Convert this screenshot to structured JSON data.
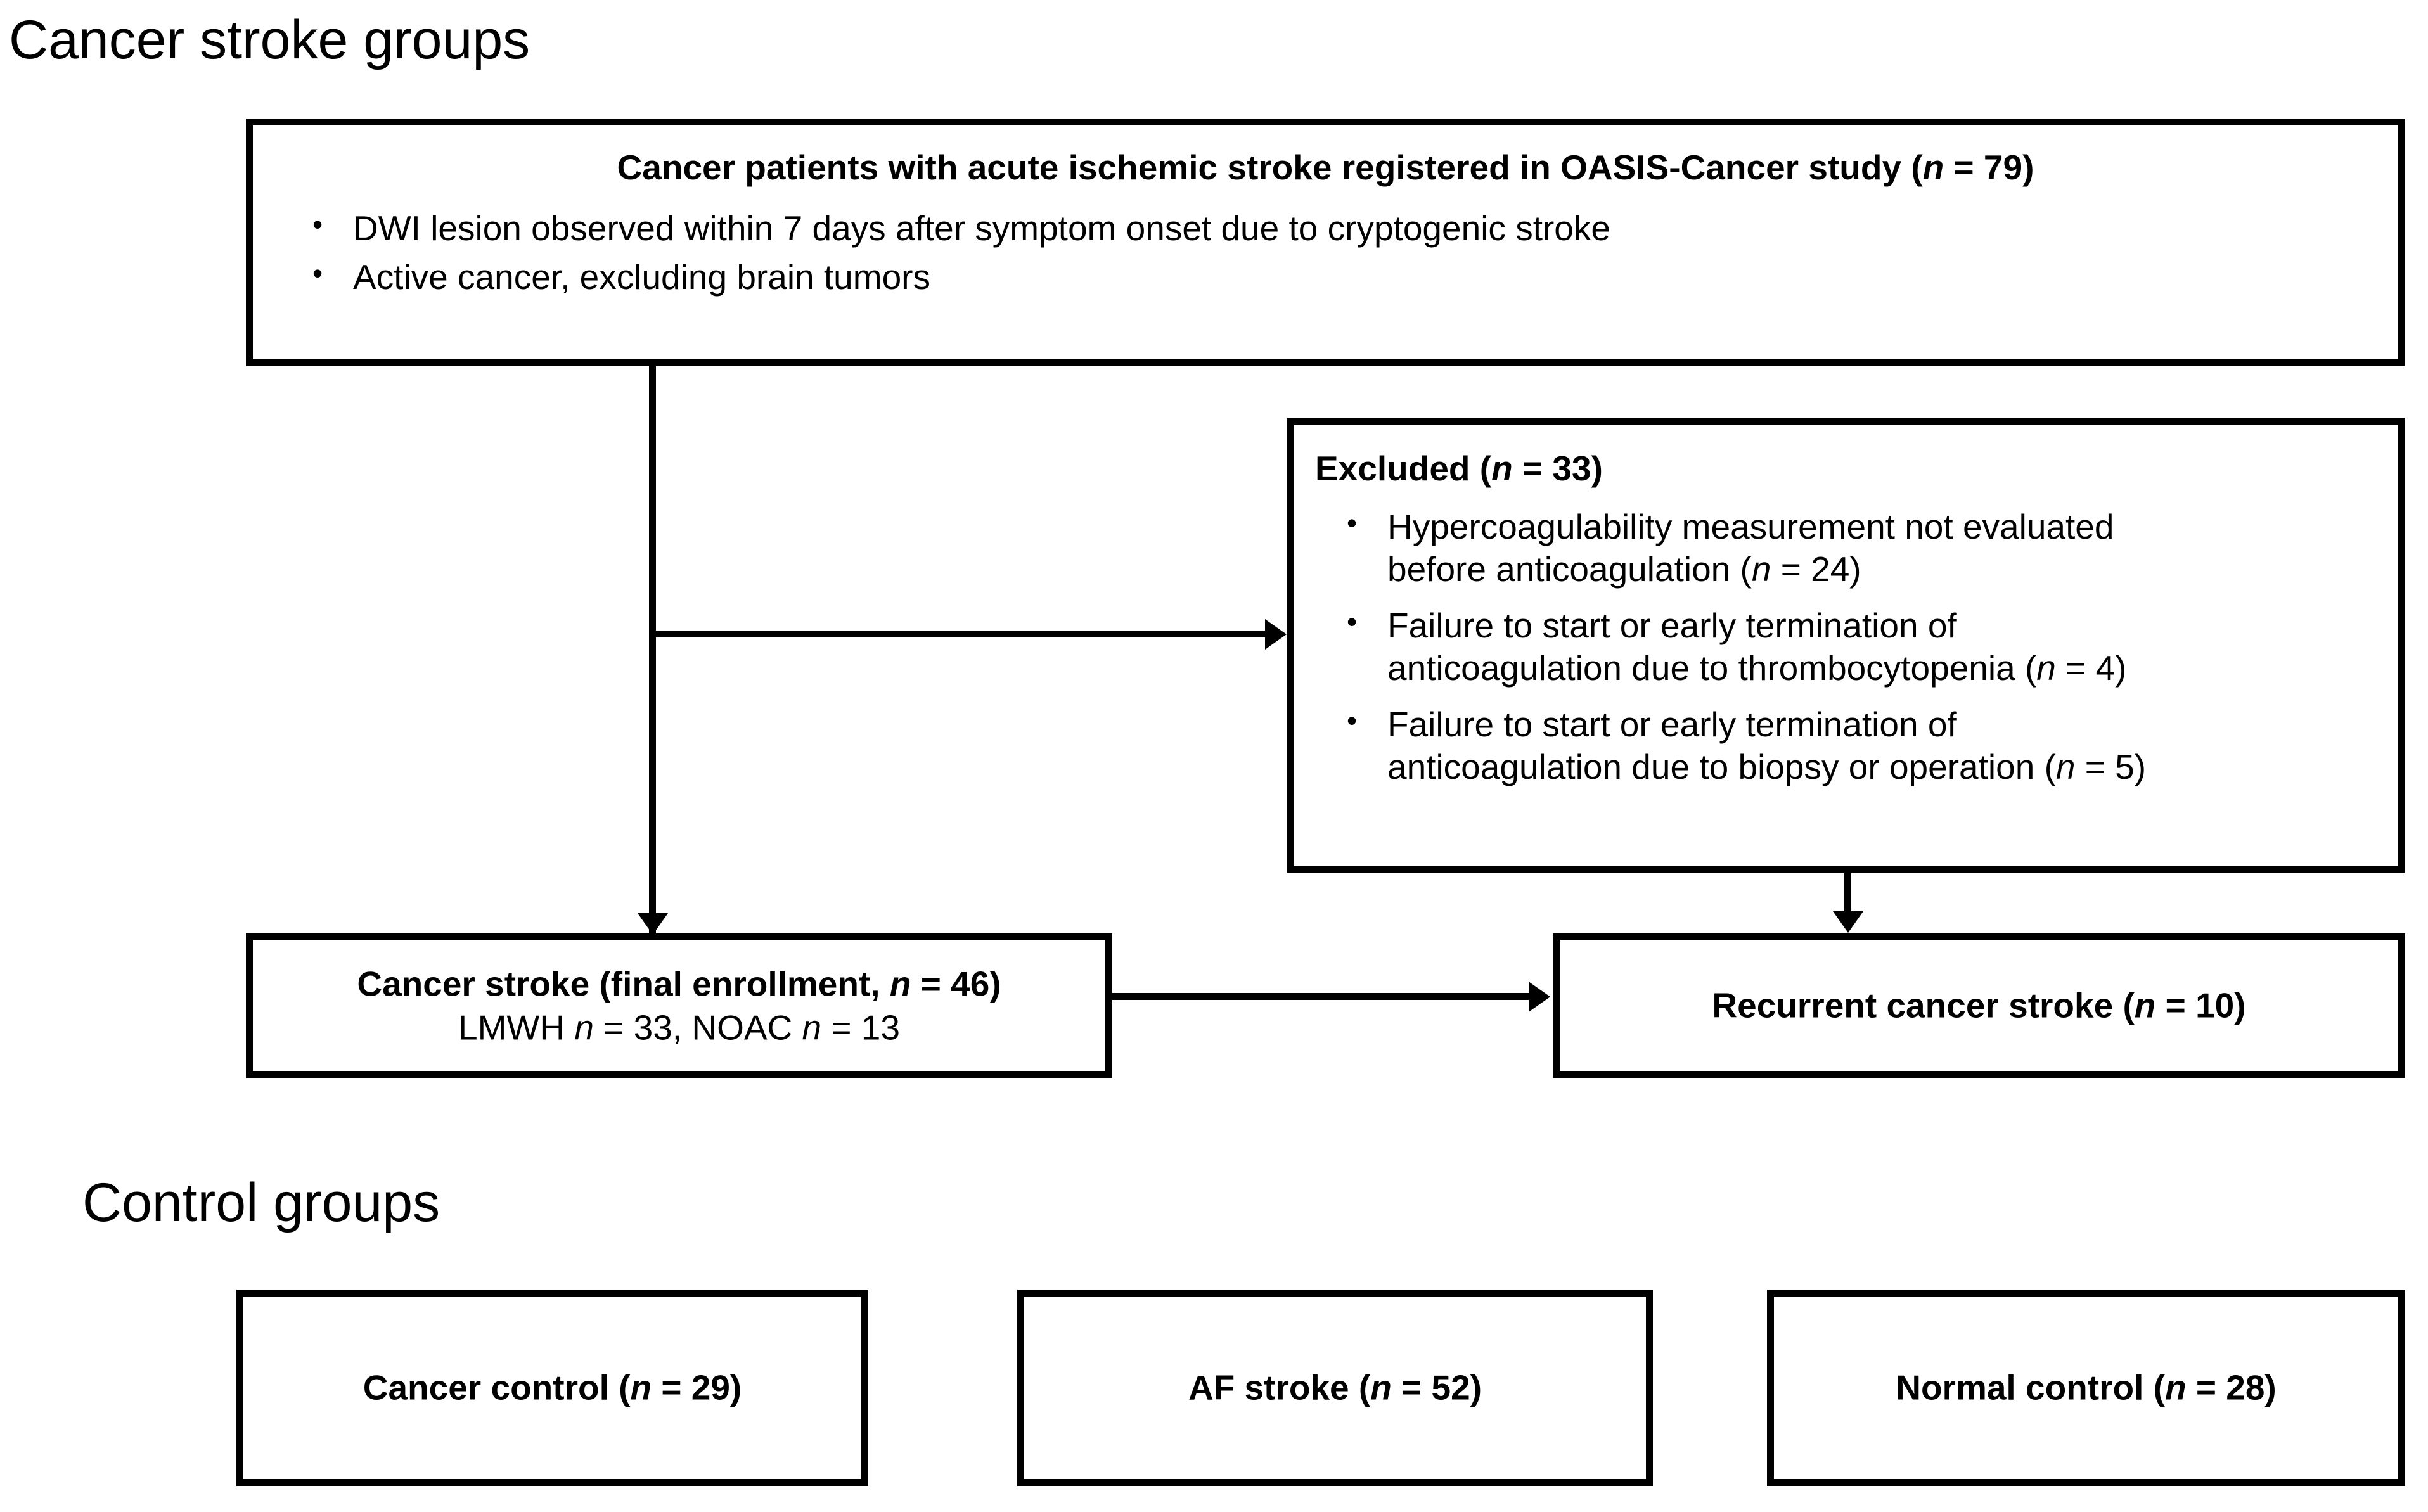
{
  "figure": {
    "type": "flowchart",
    "sections": [
      {
        "id": "cancer-stroke-groups",
        "title": "Cancer stroke groups"
      },
      {
        "id": "control-groups",
        "title": "Control groups"
      }
    ]
  },
  "enrollment_box": {
    "heading": "Cancer patients with acute ischemic stroke registered in OASIS-Cancer study (n = 79)",
    "heading_parts": {
      "text_before": "Cancer patients with acute ischemic stroke registered in OASIS-Cancer study (",
      "n_symbol": "n",
      "text_after": " = 79)"
    },
    "criteria": [
      "DWI lesion observed within 7 days after symptom onset due to cryptogenic stroke",
      "Active cancer, excluding brain tumors"
    ],
    "n": 79
  },
  "excluded_box": {
    "heading_before": "Excluded (",
    "n_symbol": "n",
    "heading_after": " = 33)",
    "heading": "Excluded (n = 33)",
    "n": 33,
    "reasons": [
      {
        "text_line1": "Hypercoagulability measurement not evaluated",
        "text_line2_before": "before anticoagulation  (",
        "n_symbol": "n",
        "text_line2_after": " = 24)",
        "n": 24
      },
      {
        "text_line1": "Failure to start or early termination of",
        "text_line2_before": "anticoagulation due to thrombocytopenia (",
        "n_symbol": "n",
        "text_line2_after": " = 4)",
        "n": 4
      },
      {
        "text_line1": "Failure to start or early termination of",
        "text_line2_before": "anticoagulation due to biopsy or operation (",
        "n_symbol": "n",
        "text_line2_after": " = 5)",
        "n": 5
      }
    ]
  },
  "final_enrollment_box": {
    "line1_before": "Cancer stroke (final enrollment, ",
    "line1_n_symbol": "n",
    "line1_after": " = 46)",
    "line1": "Cancer stroke (final enrollment, n = 46)",
    "line2_lmwh_label": "LMWH ",
    "line2_lmwh_n": "n",
    "line2_lmwh_value": " = 33, ",
    "line2_noac_label": "NOAC ",
    "line2_noac_n": "n",
    "line2_noac_value": " = 13",
    "line2": "LMWH n = 33, NOAC n = 13",
    "n": 46,
    "lmwh_n": 33,
    "noac_n": 13
  },
  "recurrent_box": {
    "label_before": "Recurrent cancer stroke (",
    "n_symbol": "n",
    "label_after": " = 10)",
    "label": "Recurrent cancer stroke (n = 10)",
    "n": 10
  },
  "control_boxes": [
    {
      "label_before": "Cancer control (",
      "n_symbol": "n",
      "label_after": " = 29)",
      "label": "Cancer control (n = 29)",
      "n": 29
    },
    {
      "label_before": "AF stroke (",
      "n_symbol": "n",
      "label_after": " = 52)",
      "label": "AF stroke (n = 52)",
      "n": 52
    },
    {
      "label_before": "Normal control (",
      "n_symbol": "n",
      "label_after": " = 28)",
      "label": "Normal control (n = 28)",
      "n": 28
    }
  ],
  "colors": {
    "stroke": "#000000",
    "background": "#ffffff"
  }
}
